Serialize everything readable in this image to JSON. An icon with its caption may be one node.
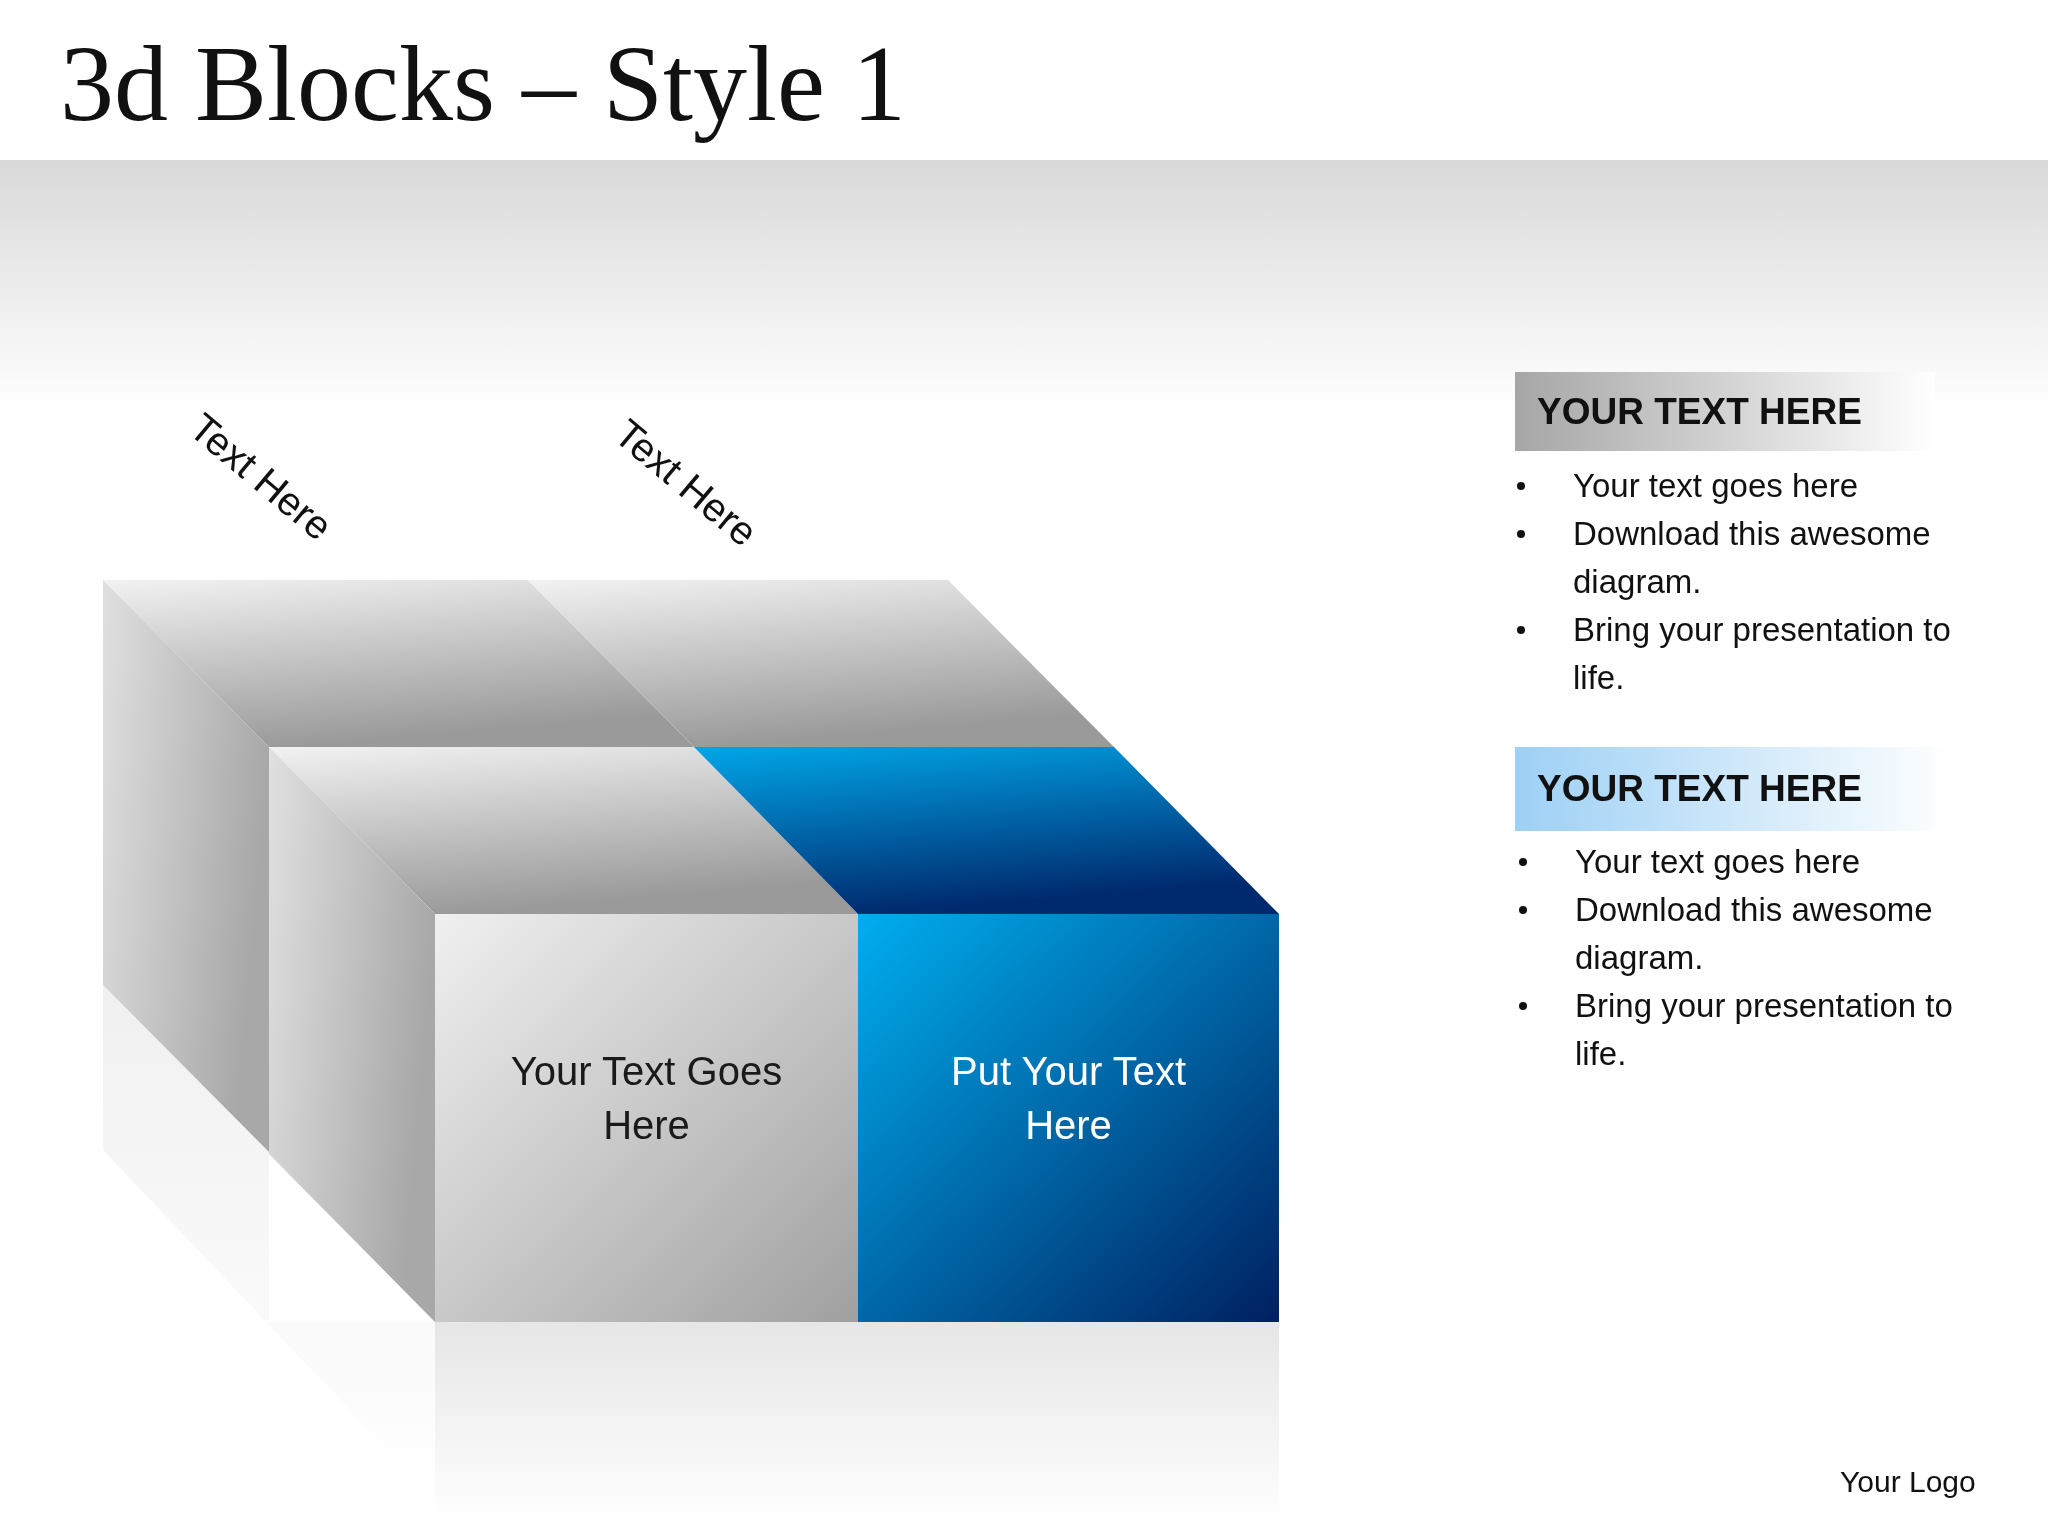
{
  "diagram": {
    "title": "3d Blocks – Style 1",
    "nodes": [
      {
        "text": [],
        "shape": "box"
      },
      {
        "text": [],
        "shape": "box"
      },
      {
        "text": [
          "Your Text Goes Here"
        ]
      },
      {
        "text": [
          "Put Your Text Here"
        ]
      },
      {
        "text": [
          "YOUR TEXT HERE"
        ]
      },
      {
        "text": [
          "YOUR TEXT HERE"
        ]
      }
    ],
    "edges": [],
    "labels": [
      "Text Here",
      "Text Here",
      "Your text goes here",
      "Download this awesome diagram.",
      "Bring your presentation to life.",
      "Your text goes here",
      "Download this awesome diagram.",
      "Bring your presentation to life.",
      "Your Logo"
    ]
  }
}
